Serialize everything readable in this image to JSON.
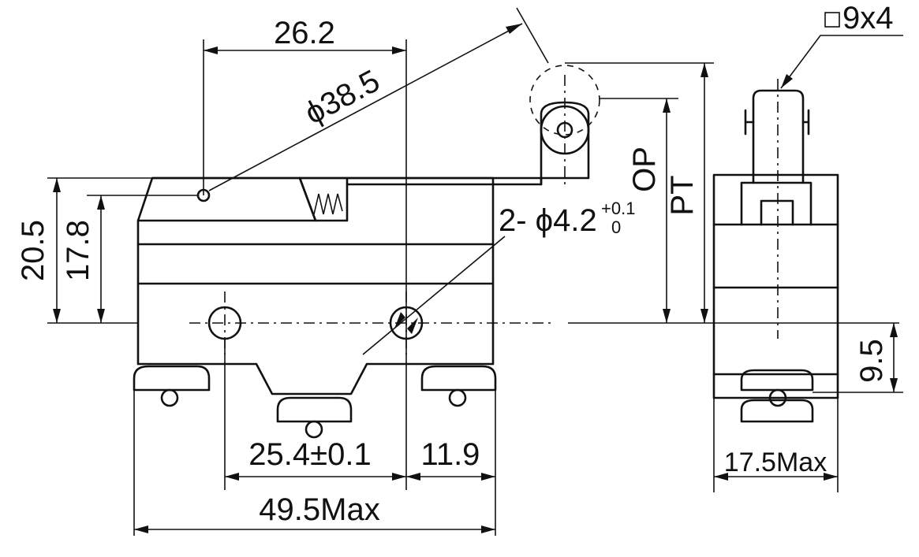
{
  "dimensions": {
    "pivot_offset": "26.2",
    "lever_diameter": "38.5",
    "body_height": "20.5",
    "pivot_height": "17.8",
    "hole_spec_main": "2- ϕ4.2",
    "hole_tol_upper": "+0.1",
    "hole_tol_lower": "0",
    "hole_spacing": "25.4±0.1",
    "hole_edge": "11.9",
    "overall_length": "49.5Max",
    "roller_size": "9x4",
    "op_label": "OP",
    "pt_label": "PT",
    "side_height": "9.5",
    "side_width": "17.5Max"
  },
  "icons": {
    "square_symbol": "square-symbol-icon"
  }
}
